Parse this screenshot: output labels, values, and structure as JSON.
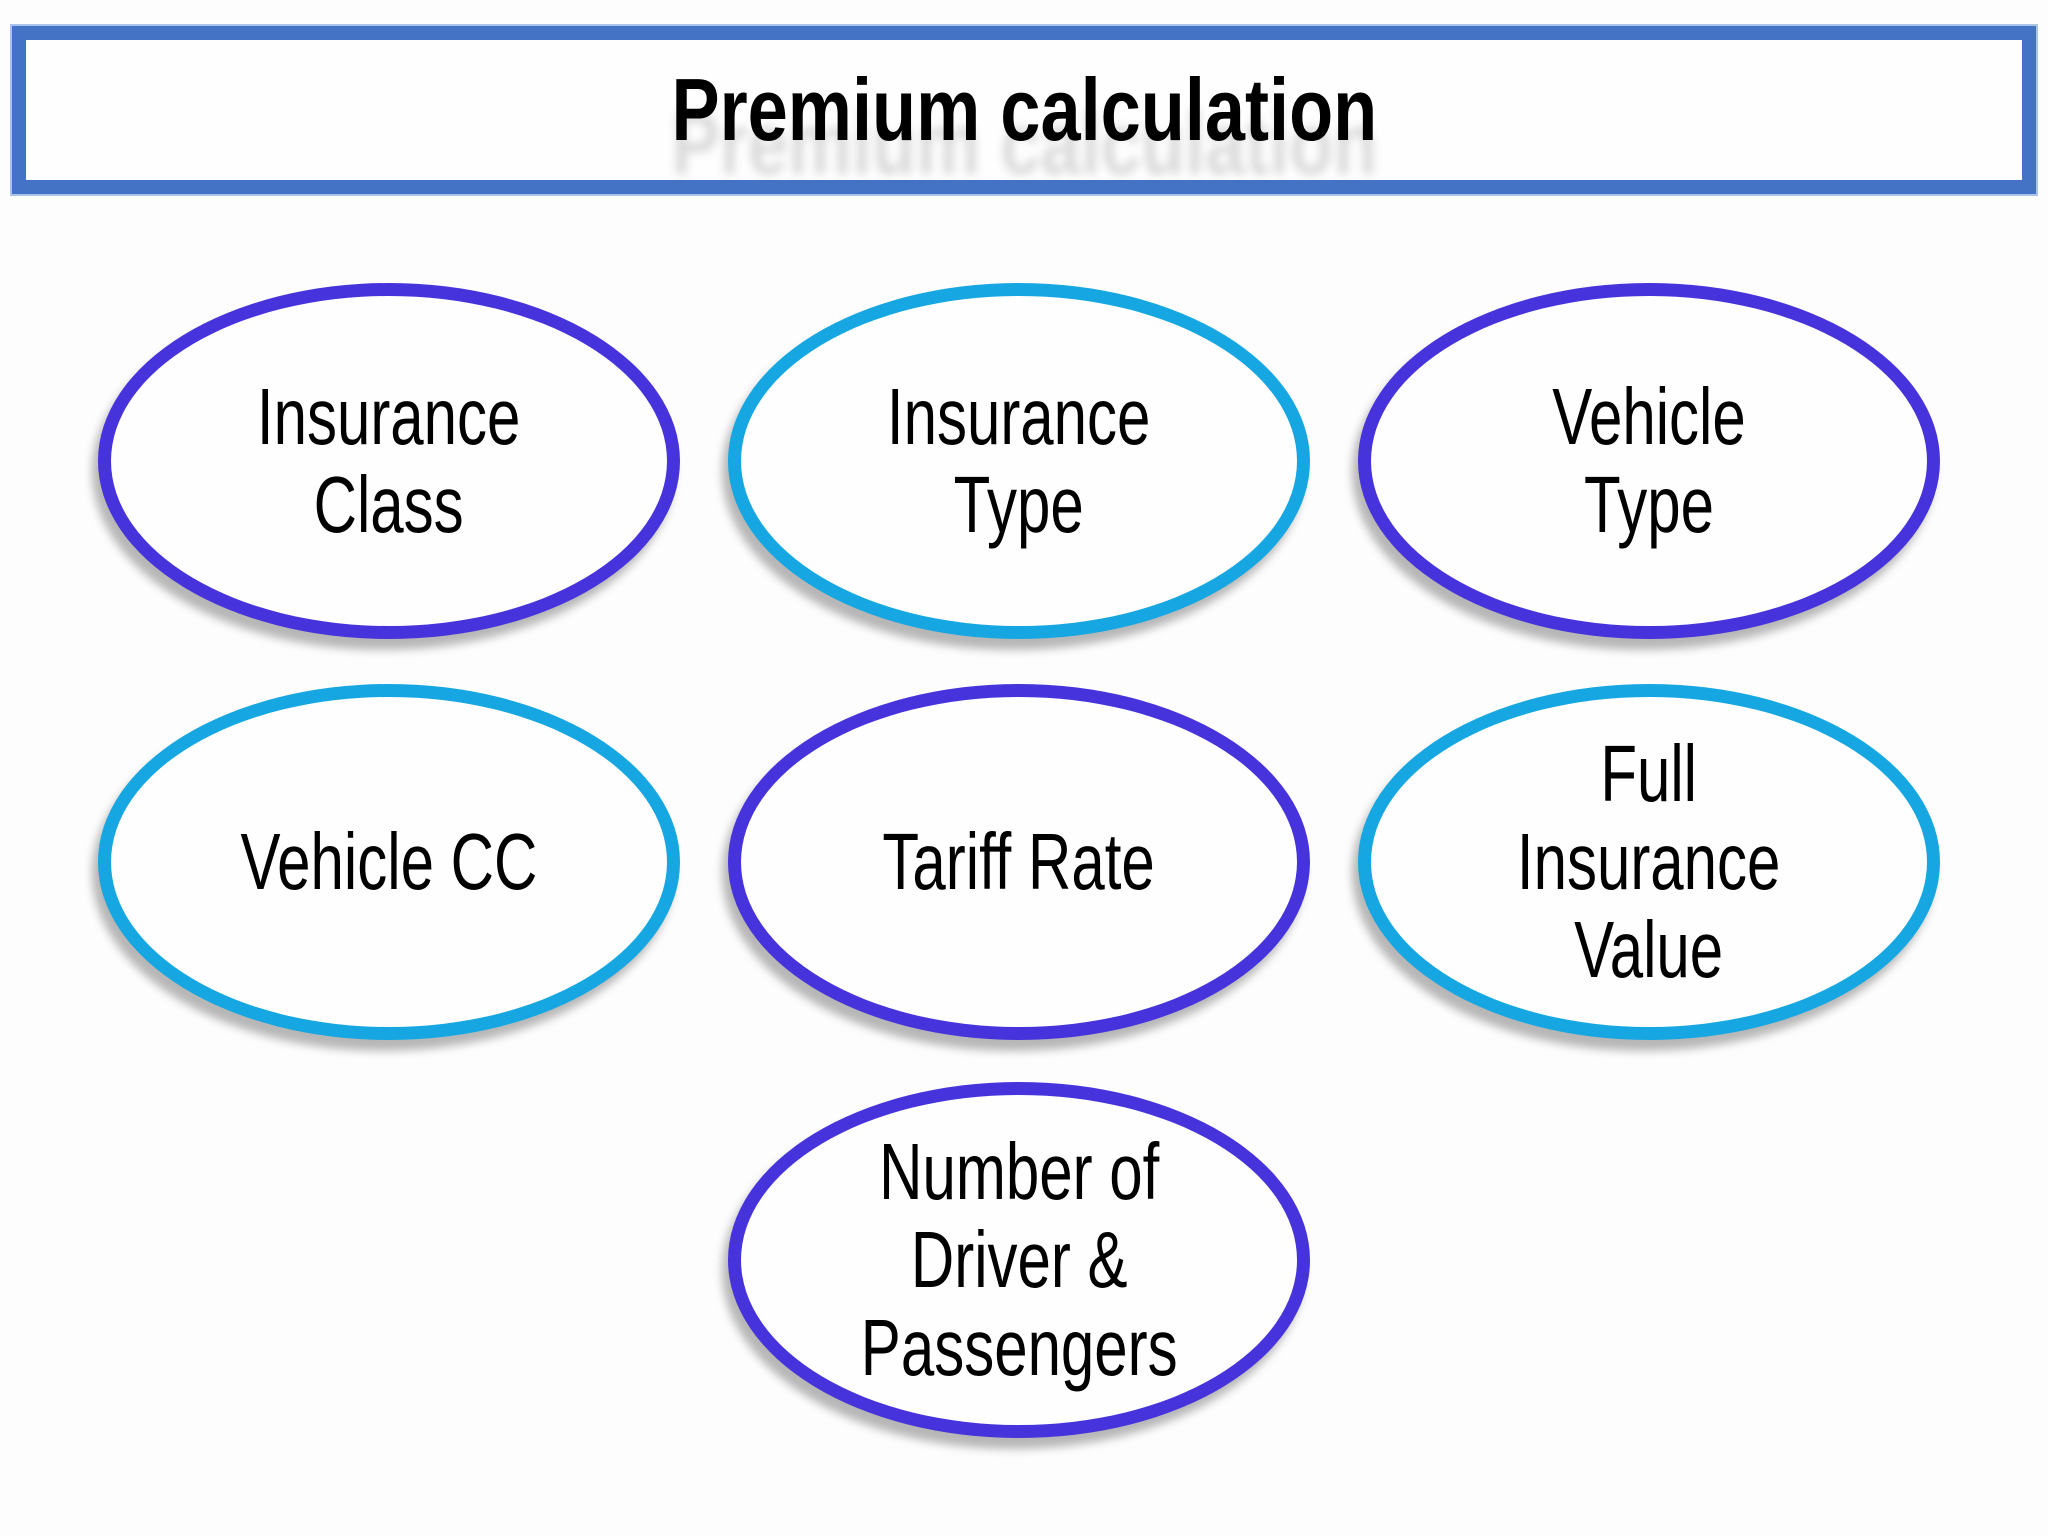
{
  "title": "Premium calculation",
  "colors": {
    "frame_border": "#4472c4",
    "frame_outer_line": "#a9c4e8",
    "violet": "#4733db",
    "cyan": "#16a7e2",
    "text": "#000000",
    "background": "#fdfdfd"
  },
  "ellipses": [
    {
      "id": "insurance-class",
      "label": "Insurance\nClass",
      "border_color": "#4733db"
    },
    {
      "id": "insurance-type",
      "label": "Insurance\nType",
      "border_color": "#16a7e2"
    },
    {
      "id": "vehicle-type",
      "label": "Vehicle\nType",
      "border_color": "#4733db"
    },
    {
      "id": "vehicle-cc",
      "label": "Vehicle CC",
      "border_color": "#16a7e2"
    },
    {
      "id": "tariff-rate",
      "label": "Tariff Rate",
      "border_color": "#4733db"
    },
    {
      "id": "full-insurance-value",
      "label": "Full\nInsurance\nValue",
      "border_color": "#16a7e2"
    },
    {
      "id": "number-of-driver-passengers",
      "label": "Number of\nDriver &\nPassengers",
      "border_color": "#4733db"
    }
  ]
}
